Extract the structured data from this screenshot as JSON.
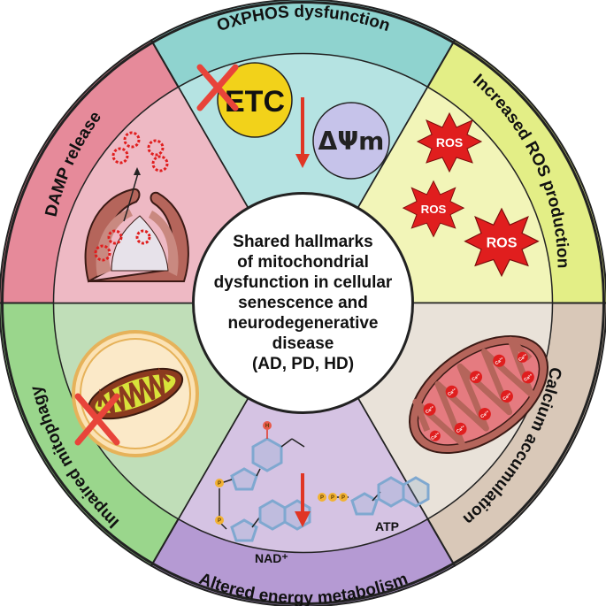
{
  "center": {
    "lines": [
      "Shared hallmarks",
      "of mitochondrial",
      "dysfunction in cellular",
      "senescence and",
      "neurodegenerative",
      "disease",
      "(AD, PD, HD)"
    ]
  },
  "segments": {
    "oxphos": {
      "label": "OXPHOS dysfunction",
      "color": "#b5e3e2",
      "band": "#8fd3cf"
    },
    "ros": {
      "label": "Increased ROS production",
      "color": "#f2f5b8",
      "band": "#e3ee86"
    },
    "calcium": {
      "label": "Calcium accumulation",
      "color": "#e9e2d9",
      "band": "#d9c8b8"
    },
    "energy": {
      "label": "Altered energy metabolism",
      "color": "#d5c3e3",
      "band": "#b59ad3"
    },
    "mitophagy": {
      "label": "Impaired mitophagy",
      "color": "#c0deb8",
      "band": "#9ad68c"
    },
    "damp": {
      "label": "DAMP release",
      "color": "#eeb9c4",
      "band": "#e68a9a"
    }
  },
  "icons": {
    "etc": "ETC",
    "membrane_potential": "ΔΨm",
    "ros_badges": [
      "ROS",
      "ROS",
      "ROS"
    ],
    "calcium_ion": "Ca²⁺",
    "nad": "NAD⁺",
    "atp": "ATP",
    "phosphate": "P",
    "hydrogen": "H"
  },
  "colors": {
    "outline": "#222222",
    "inhibit_red": "#e8443a",
    "arrow_red": "#e03524",
    "ros_red": "#e01e1e",
    "etc_yellow": "#f2d21a",
    "psi_lavender": "#c6c3ea",
    "mito_brown": "#b5655b",
    "mito_inner": "#e57b80",
    "phosphate_gold": "#f2b233",
    "ring_blue": "#7fa8d0"
  }
}
